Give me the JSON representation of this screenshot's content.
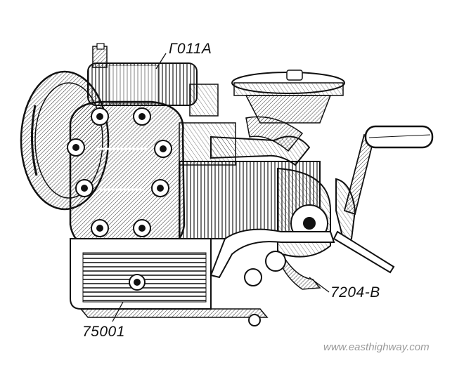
{
  "illustration": {
    "subject_icon": "engine-illustration",
    "line_color": "#1a1a1a",
    "background": "#ffffff"
  },
  "callouts": {
    "top": "Г011А",
    "right": "7204-В",
    "bottom": "75001"
  },
  "watermark": "www.easthighway.com"
}
